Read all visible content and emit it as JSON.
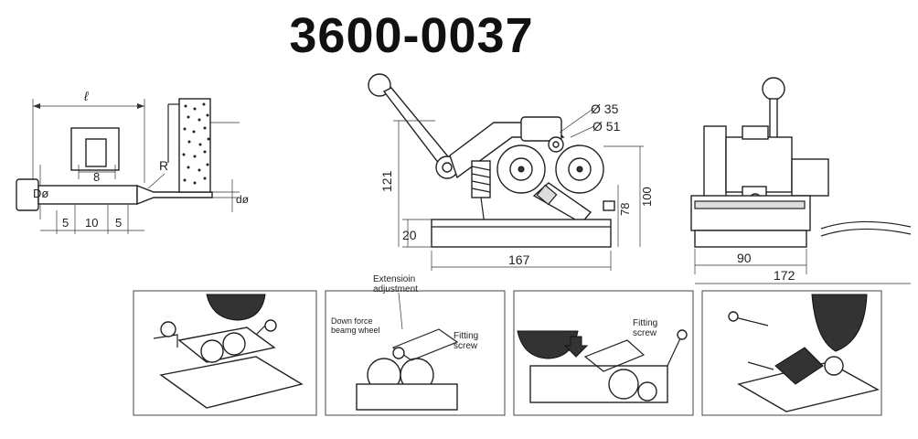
{
  "title": "3600-0037",
  "left_drawing": {
    "length_label": "ℓ",
    "width_label": "8",
    "body_diameter_label": "Dø",
    "radius_label": "R",
    "tip_diameter_label": "dø",
    "segments": [
      "5",
      "10",
      "5"
    ]
  },
  "center_drawing": {
    "wheel_small_label": "Ø 35",
    "wheel_large_label": "Ø 51",
    "height_label": "121",
    "base_label": "20",
    "width_label": "167",
    "dim_78": "78",
    "dim_100": "100"
  },
  "right_drawing": {
    "width_label": "90",
    "total_label": "172"
  },
  "steps": [
    {
      "id": 1
    },
    {
      "id": 2,
      "callout_top": "Extensioin\nadjustment",
      "callout_left": "Down force\nbeamg wheel",
      "callout_right": "Fitting\nscrew"
    },
    {
      "id": 3,
      "callout_right": "Fitting\nscrew"
    },
    {
      "id": 4
    }
  ]
}
